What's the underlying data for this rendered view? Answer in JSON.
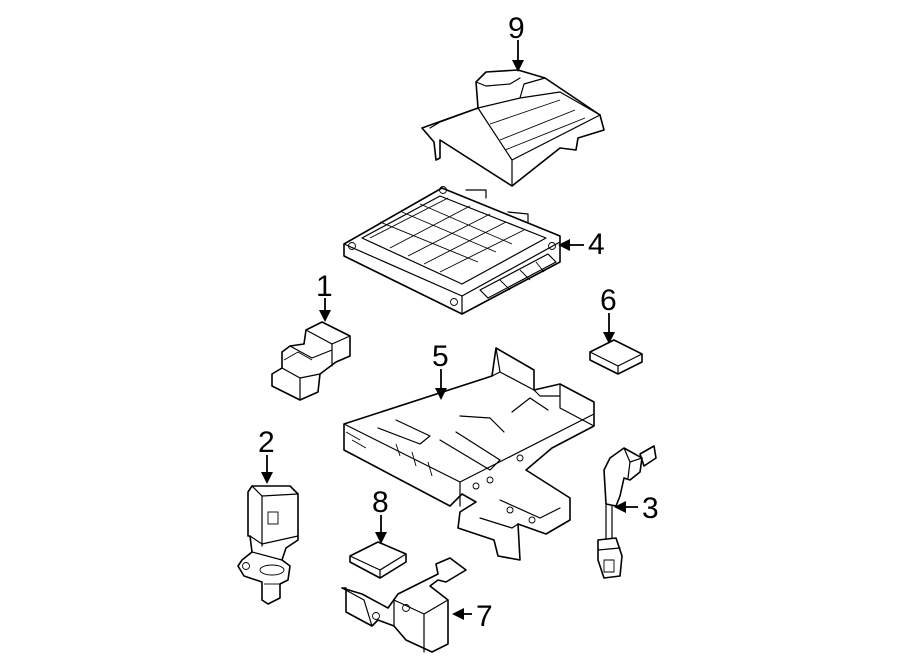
{
  "callouts": [
    {
      "id": "9",
      "label": "9"
    },
    {
      "id": "4",
      "label": "4"
    },
    {
      "id": "1",
      "label": "1"
    },
    {
      "id": "6",
      "label": "6"
    },
    {
      "id": "5",
      "label": "5"
    },
    {
      "id": "2",
      "label": "2"
    },
    {
      "id": "3",
      "label": "3"
    },
    {
      "id": "8",
      "label": "8"
    },
    {
      "id": "7",
      "label": "7"
    }
  ]
}
